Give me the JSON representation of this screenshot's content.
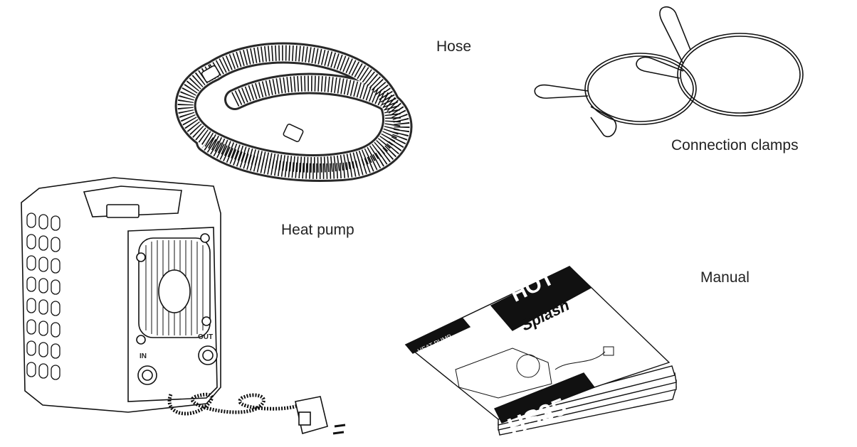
{
  "labels": {
    "hose": "Hose",
    "connection_clamps": "Connection clamps",
    "heat_pump": "Heat pump",
    "manual": "Manual"
  },
  "heat_pump_panel": {
    "in": "IN",
    "out": "OUT"
  },
  "manual_cover": {
    "brand_top": "HOT",
    "brand_script": "Splash",
    "subtitle": "HEAT PUMP",
    "model": "HS35"
  },
  "colors": {
    "ink": "#111111",
    "paper": "#ffffff"
  }
}
